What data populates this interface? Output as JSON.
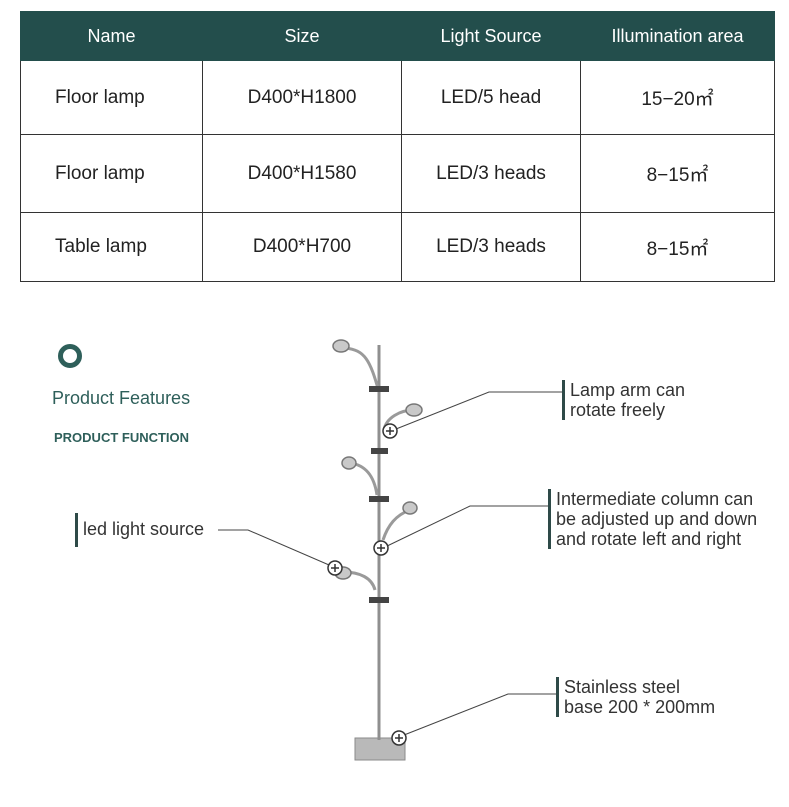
{
  "table": {
    "headers": [
      "Name",
      "Size",
      "Light Source",
      "Illumination area"
    ],
    "rows": [
      [
        "Floor lamp",
        "D400*H1800",
        "LED/5 head",
        "15−20㎡"
      ],
      [
        "Floor lamp",
        "D400*H1580",
        "LED/3 heads",
        "8−15㎡"
      ],
      [
        "Table lamp",
        "D400*H700",
        "LED/3 heads",
        "8−15㎡"
      ]
    ]
  },
  "features": {
    "title": "Product Features",
    "subtitle": "PRODUCT FUNCTION"
  },
  "callouts": {
    "lamp_arm": "Lamp arm can\nrotate freely",
    "column": "Intermediate column can\nbe adjusted up and down\nand rotate left and right",
    "led": "led light source",
    "base": "Stainless steel\nbase 200 * 200mm"
  },
  "colors": {
    "header_bg": "#234e4c",
    "accent": "#2e5f5a"
  }
}
